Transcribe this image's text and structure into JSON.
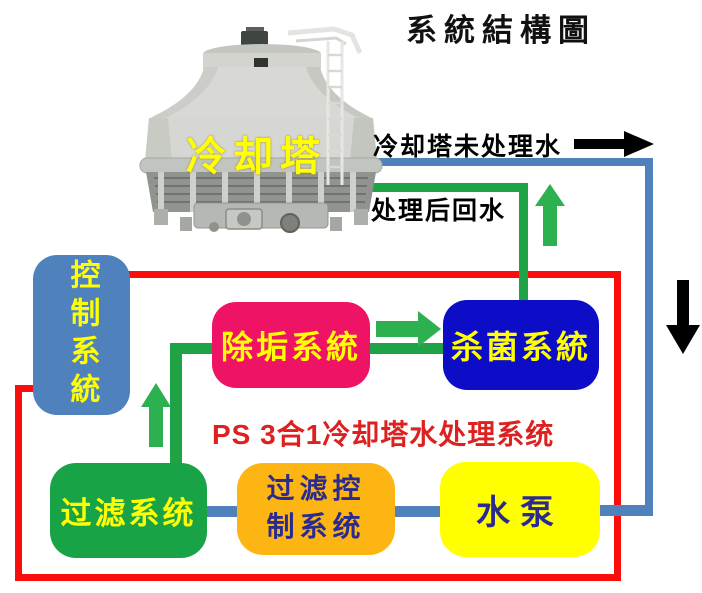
{
  "title": "系統結構圖",
  "tower": {
    "label": "冷却塔"
  },
  "flow_labels": {
    "untreated": "冷却塔未处理水",
    "treated": "处理后回水"
  },
  "caption": "PS 3合1冷却塔水处理系统",
  "boxes": {
    "control": {
      "label": "控制系統",
      "color": "#4f81bd",
      "text_color": "#ffff00"
    },
    "descaling": {
      "label": "除垢系統",
      "color": "#ee1364",
      "text_color": "#ffff00"
    },
    "sterilization": {
      "label": "杀菌系統",
      "color": "#0d0dc8",
      "text_color": "#ffff00"
    },
    "filtration": {
      "label": "过滤系统",
      "color": "#19a347",
      "text_color": "#ffff00"
    },
    "filter_control": {
      "label": "过滤控制系统",
      "line1": "过滤控",
      "line2": "制系统",
      "color": "#fcb513",
      "text_color": "#2b2b8f"
    },
    "pump": {
      "label": "水泵",
      "color": "#ffff00",
      "text_color": "#2b2b8f"
    }
  },
  "colors": {
    "pipe_blue": "#4f81bd",
    "pipe_green": "#1fa347",
    "arrow_green": "#2db04f",
    "loop_red": "#f90d0d",
    "caption_red": "#dd2020",
    "arrow_black": "#000000"
  }
}
